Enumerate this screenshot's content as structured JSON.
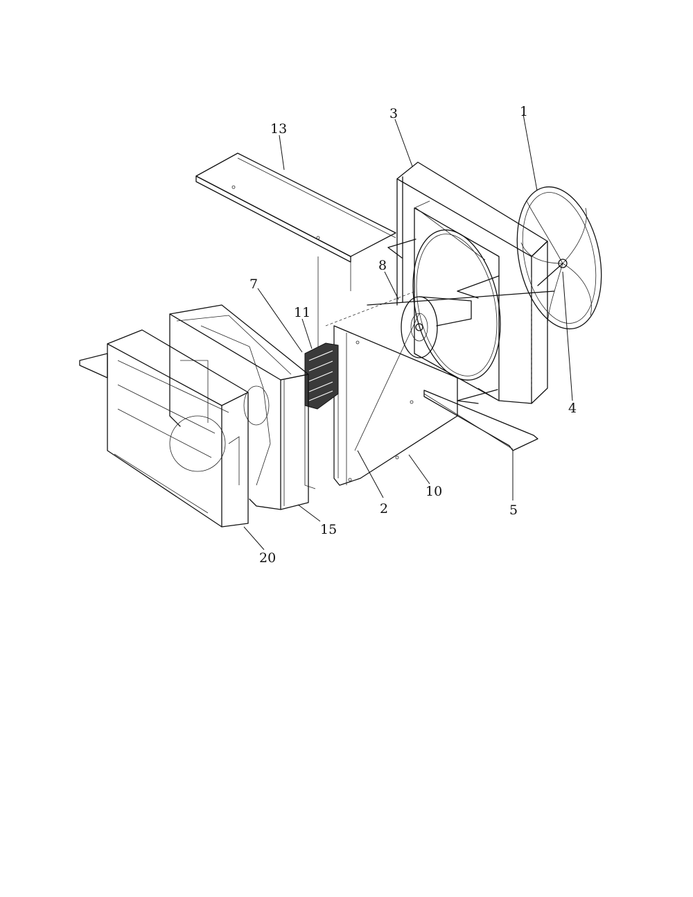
{
  "callouts": {
    "c1": "1",
    "c2": "2",
    "c3": "3",
    "c4": "4",
    "c5": "5",
    "c7": "7",
    "c8": "8",
    "c10": "10",
    "c11": "11",
    "c13": "13",
    "c15": "15",
    "c20": "20"
  }
}
